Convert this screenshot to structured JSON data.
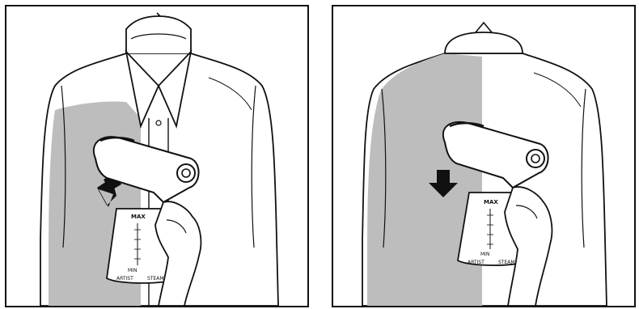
{
  "panels": [
    {
      "view": "front",
      "steamer": {
        "tank_max_label": "MAX",
        "tank_min_label": "MIN",
        "brand_label": "ARTIST",
        "brand_label_2": "STEAM"
      }
    },
    {
      "view": "back",
      "steamer": {
        "tank_max_label": "MAX",
        "tank_min_label": "MIN",
        "brand_label": "ARTIST",
        "brand_label_2": "STEAM"
      }
    }
  ],
  "colors": {
    "ink": "#111111",
    "shading": "#bdbdbd",
    "background": "#ffffff"
  }
}
